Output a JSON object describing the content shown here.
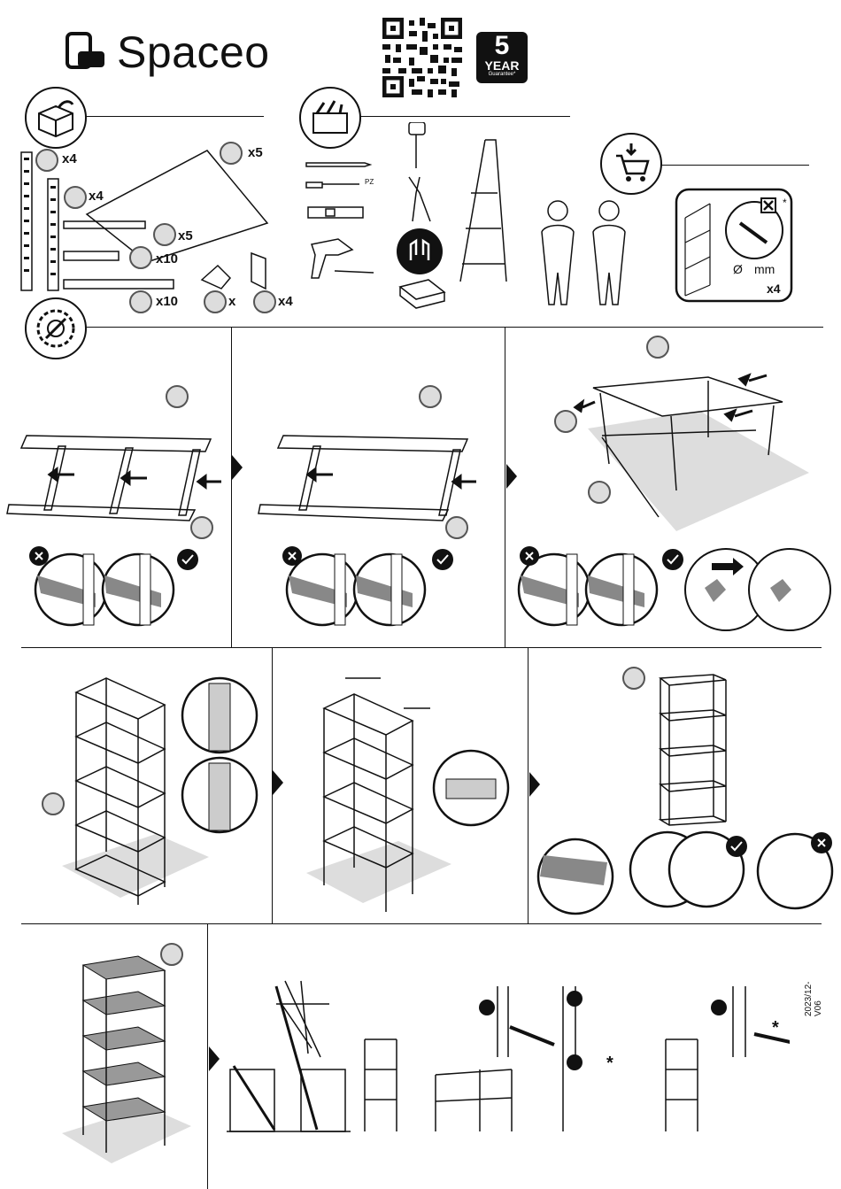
{
  "brand": {
    "name": "Spaceo"
  },
  "guarantee": {
    "number": "5",
    "unit": "YEAR",
    "label": "Guarantee*"
  },
  "parts": {
    "upright_qty": "x4",
    "upright2_qty": "x4",
    "shelf_qty": "x5",
    "beam_long_qty": "x5",
    "beam_mid_qty": "x10",
    "beam_short_qty": "x10",
    "foot_qty": "x",
    "corner_qty": "x4"
  },
  "tools": {
    "screwdriver_tag": "PZ"
  },
  "wall_fix": {
    "diameter": "Ø",
    "unit": "mm",
    "qty": "x4",
    "asterisk": "*"
  },
  "footer": {
    "version": "2023/12-V06",
    "asterisk": "*"
  }
}
